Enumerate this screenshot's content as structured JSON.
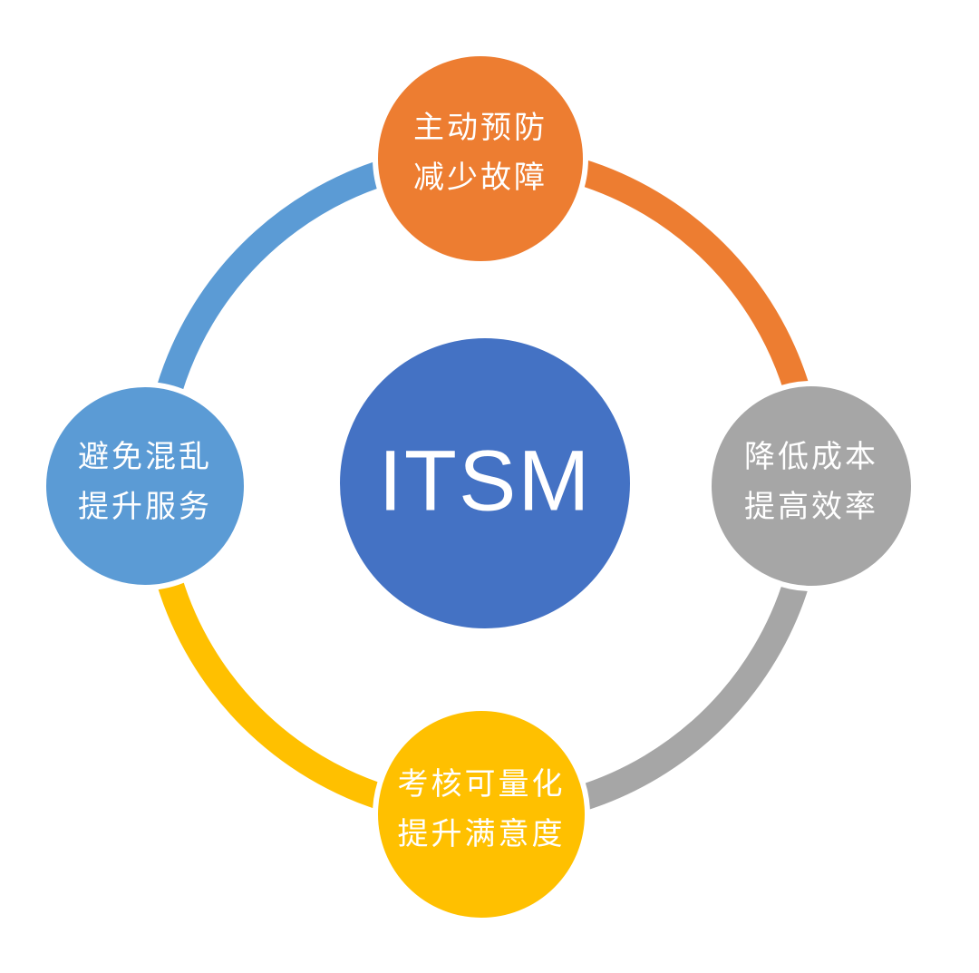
{
  "diagram": {
    "type": "cycle",
    "background": "#FFFFFF",
    "center": {
      "label": "ITSM",
      "color": "#4472C4",
      "text_color": "#FFFFFF"
    },
    "nodes": [
      {
        "id": "top",
        "lines": [
          "主动预防",
          "减少故障"
        ],
        "color": "#ED7D31",
        "text_color": "#FFFFFF"
      },
      {
        "id": "right",
        "lines": [
          "降低成本",
          "提高效率"
        ],
        "color": "#A6A6A6",
        "text_color": "#FFFFFF"
      },
      {
        "id": "bottom",
        "lines": [
          "考核可量化",
          "提升满意度"
        ],
        "color": "#FFC000",
        "text_color": "#FFFFFF"
      },
      {
        "id": "left",
        "lines": [
          "避免混乱",
          "提升服务"
        ],
        "color": "#5B9BD5",
        "text_color": "#FFFFFF"
      }
    ],
    "arcs": [
      {
        "id": "arc-left-to-top",
        "color": "#5B9BD5"
      },
      {
        "id": "arc-top-to-right",
        "color": "#ED7D31"
      },
      {
        "id": "arc-right-to-bottom",
        "color": "#A6A6A6"
      },
      {
        "id": "arc-bottom-to-left",
        "color": "#FFC000"
      }
    ]
  }
}
